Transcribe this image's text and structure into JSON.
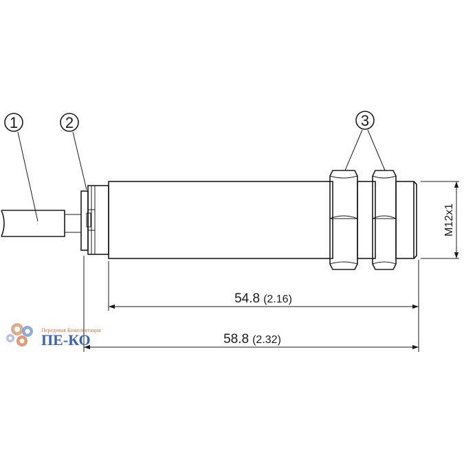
{
  "callouts": {
    "one": "1",
    "two": "2",
    "three": "3"
  },
  "dimensions": {
    "length_inner": {
      "mm": "54.8",
      "inch": "(2.16)"
    },
    "length_total": {
      "mm": "58.8",
      "inch": "(2.32)"
    },
    "thread": "M12x1"
  },
  "watermark": {
    "tagline": "Передовая Комплектация",
    "brand": "ПЕ-КО",
    "brand_color": "#3a63b8",
    "tagline_color": "#c87a4a"
  }
}
